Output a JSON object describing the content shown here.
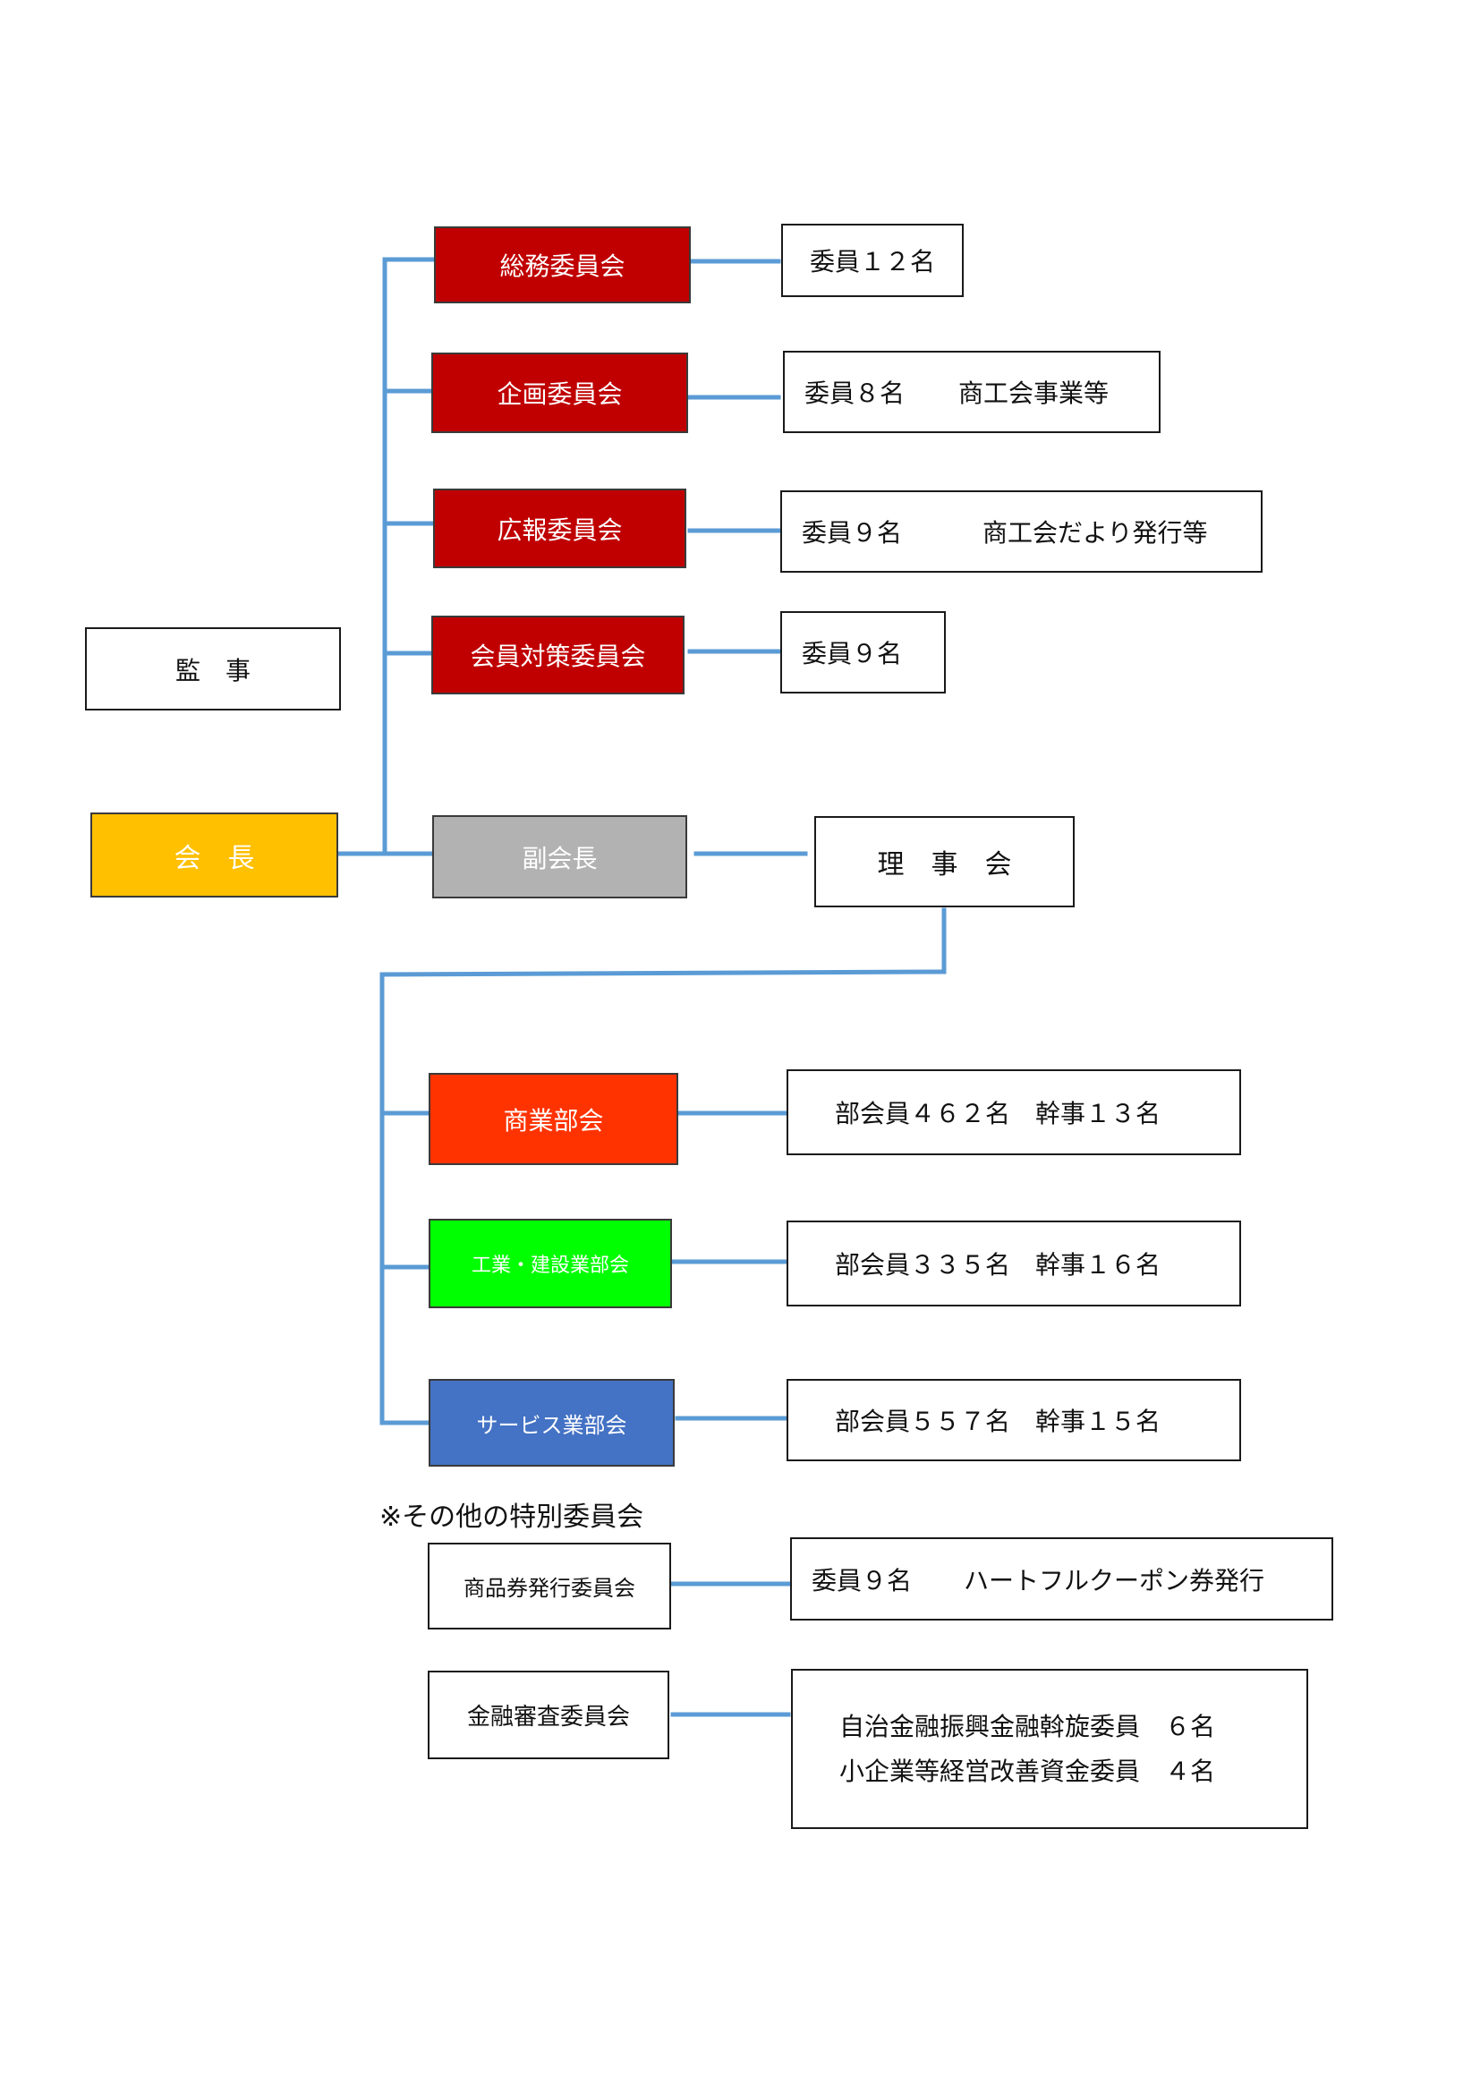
{
  "colors": {
    "line": "#5b9bd5",
    "soumu": "#c00000",
    "kikaku": "#c00000",
    "kouhou": "#c00000",
    "kaiin": "#c00000",
    "kaichou": "#ffc000",
    "fukukaichou": "#b2b2b2",
    "shougyou": "#ff3300",
    "kougyou": "#00ff00",
    "service": "#4472c4"
  },
  "committees": {
    "soumu": {
      "label": "総務委員会",
      "detail": "委員１２名",
      "extra": ""
    },
    "kikaku": {
      "label": "企画委員会",
      "detail": "委員８名",
      "extra": "商工会事業等"
    },
    "kouhou": {
      "label": "広報委員会",
      "detail": "委員９名",
      "extra": "商工会だより発行等"
    },
    "kaiin": {
      "label": "会員対策委員会",
      "detail": "委員９名",
      "extra": ""
    }
  },
  "kanji": "監　事",
  "kaichou": "会　長",
  "fukukaichou": "副会長",
  "rijikai": "理　事　会",
  "sections": {
    "shougyou": {
      "label": "商業部会",
      "detail": "部会員４６２名　幹事１３名"
    },
    "kougyou": {
      "label": "工業・建設業部会",
      "detail": "部会員３３５名　幹事１６名"
    },
    "service": {
      "label": "サービス業部会",
      "detail": "部会員５５７名　幹事１５名"
    }
  },
  "special": {
    "heading": "※その他の特別委員会",
    "shouhinken": {
      "label": "商品券発行委員会",
      "detail": "委員９名",
      "extra": "ハートフルクーポン券発行"
    },
    "kinyu": {
      "label": "金融審査委員会",
      "line1": "自治金融振興金融斡旋委員　６名",
      "line2": "小企業等経営改善資金委員　４名"
    }
  }
}
